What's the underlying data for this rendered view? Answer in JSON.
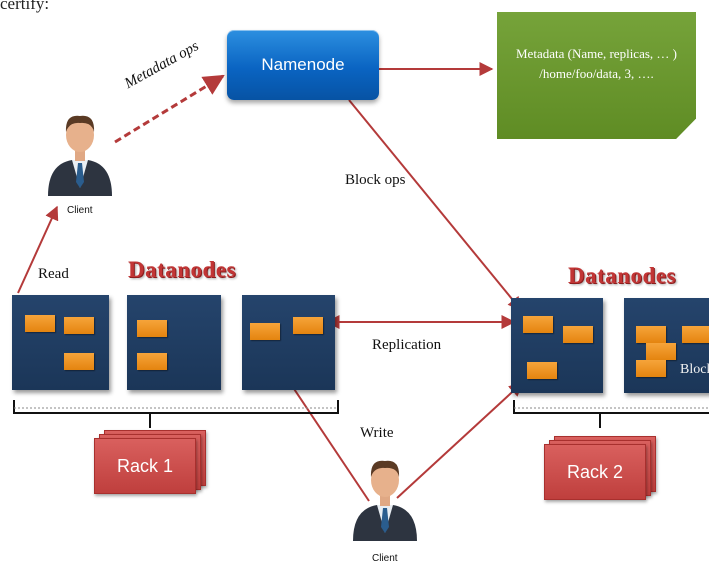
{
  "top_fragment": "certify:",
  "namenode": {
    "label": "Namenode"
  },
  "metadata": {
    "line1": "Metadata (Name, replicas, … )",
    "line2": "/home/foo/data, 3, …."
  },
  "edge_labels": {
    "metadata_ops": "Metadata ops",
    "block_ops": "Block ops",
    "read": "Read",
    "write": "Write",
    "replication": "Replication"
  },
  "datanodes_titles": [
    "Datanodes",
    "Datanodes"
  ],
  "block_label": "Blocks",
  "racks": [
    "Rack 1",
    "Rack 2"
  ],
  "clients": [
    "Client",
    "Client"
  ],
  "colors": {
    "namenode": "#0a64c2",
    "metadata": "#6a962e",
    "datanode": "#1f3b60",
    "block": "#f0961f",
    "rack": "#c9494a",
    "arrow": "#b43a3a",
    "datanodes_title": "#c23535"
  }
}
